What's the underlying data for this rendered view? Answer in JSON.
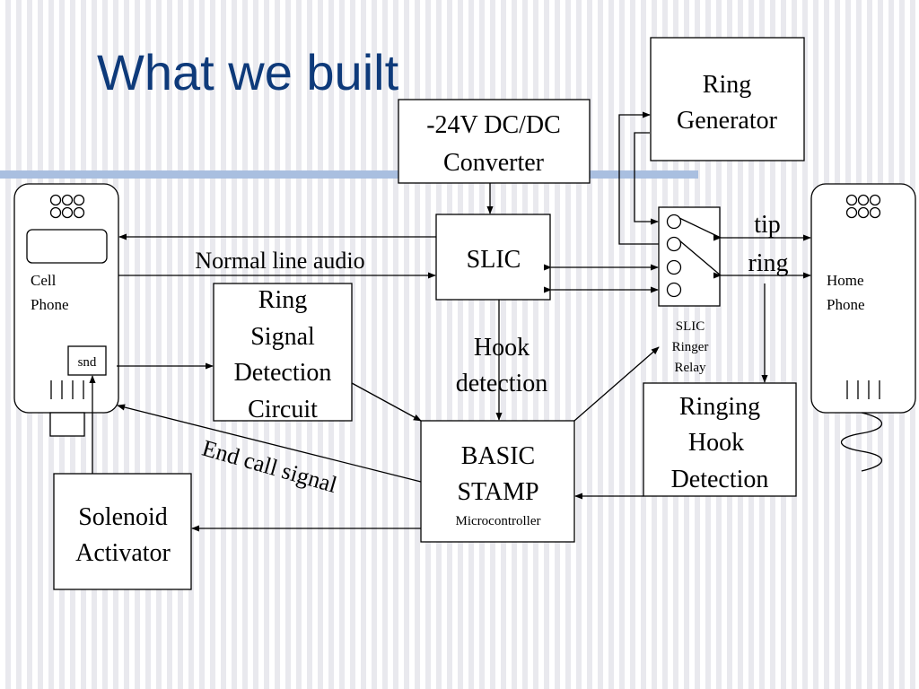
{
  "title": "What we built",
  "blocks": {
    "converter": [
      "-24V DC/DC",
      "Converter"
    ],
    "ring_generator": [
      "Ring",
      "Generator"
    ],
    "slic": "SLIC",
    "relay": [
      "SLIC",
      "Ringer",
      "Relay"
    ],
    "ring_detect": [
      "Ring",
      "Signal",
      "Detection",
      "Circuit"
    ],
    "stamp": [
      "BASIC",
      "STAMP",
      "Microcontroller"
    ],
    "hook_detect": [
      "Ringing",
      "Hook",
      "Detection"
    ],
    "solenoid": [
      "Solenoid",
      "Activator"
    ],
    "cell_phone": [
      "Cell",
      "Phone"
    ],
    "snd": "snd",
    "home_phone": [
      "Home",
      "Phone"
    ]
  },
  "labels": {
    "normal_audio": "Normal line audio",
    "tip": "tip",
    "ring": "ring",
    "hook_detection": [
      "Hook",
      "detection"
    ],
    "end_call": "End call signal"
  },
  "colors": {
    "title": "#0e3a7a",
    "accent_line": "#a9bfe0"
  }
}
